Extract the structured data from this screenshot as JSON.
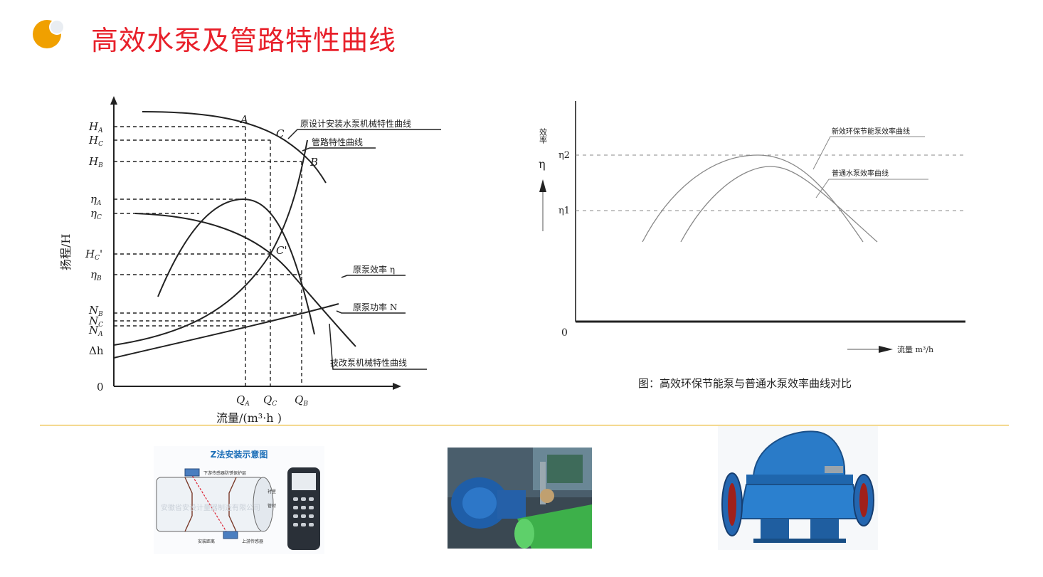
{
  "header": {
    "title": "高效水泵及管路特性曲线",
    "accent_color": "#e8202a",
    "icon": "orange-circle-bullet-icon",
    "icon_color": "#f0a000"
  },
  "left_diagram": {
    "y_axis_label": "扬程/H",
    "x_axis_label": "流量/(m³·h  )",
    "origin": "0",
    "y_ticks": [
      "H_A",
      "H_C",
      "H_B",
      "η_A",
      "η_C",
      "H_C'",
      "η_B",
      "N_B",
      "N_C",
      "N_A",
      "Δh"
    ],
    "x_ticks": [
      "Q_A",
      "Q_C",
      "Q_B"
    ],
    "points": [
      "A",
      "C",
      "B",
      "C'"
    ],
    "curve_labels": {
      "original_pump": "原设计安装水泵机械特性曲线",
      "pipeline": "管路特性曲线",
      "original_efficiency": "原泵效率 η",
      "original_power": "原泵功率 N",
      "modified_pump": "技改泵机械特性曲线"
    }
  },
  "right_diagram": {
    "y_axis_label": "效率",
    "y_symbol": "η",
    "y_ticks": [
      "η2",
      "η1"
    ],
    "origin": "0",
    "x_axis_label": "流量  m³/h",
    "legend": [
      "新效环保节能泵效率曲线",
      "普通水泵效率曲线"
    ],
    "caption": "图：高效环保节能泵与普通水泵效率曲线对比"
  },
  "photos": {
    "z_method": {
      "caption": "Z法安装示意图",
      "watermark": "安徽省安设计量器制造有限公司",
      "labels": [
        "下游传感器",
        "防锈保护层",
        "衬里",
        "管材",
        "安装距离",
        "上游传感器"
      ]
    },
    "pump_room": {
      "icon": "pump-room-photo"
    },
    "pump": {
      "icon": "split-case-pump-photo"
    }
  },
  "divider_color": "#e5a800"
}
